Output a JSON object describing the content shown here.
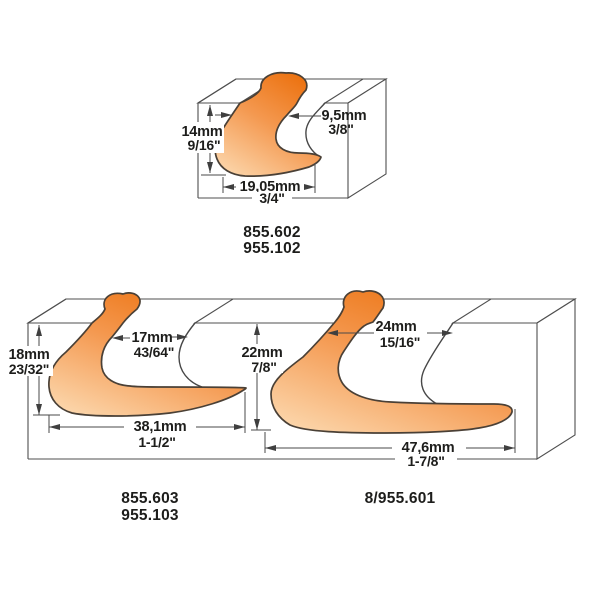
{
  "colors": {
    "accent_orange": "#ec7210",
    "accent_orange_light": "#fcd8ae",
    "outline": "#4f4f4f",
    "text": "#1d1d1b",
    "background": "#ffffff"
  },
  "diagrams": {
    "top": {
      "part_numbers": [
        "855.602",
        "955.102"
      ],
      "height_mm": "14mm",
      "height_in": "9/16\"",
      "opening_mm": "9,5mm",
      "opening_in": "3/8\"",
      "width_mm": "19,05mm",
      "width_in": "3/4\""
    },
    "bottom_left": {
      "part_numbers": [
        "855.603",
        "955.103"
      ],
      "height_mm": "18mm",
      "height_in": "23/32\"",
      "opening_mm": "17mm",
      "opening_in": "43/64\"",
      "width_mm": "38,1mm",
      "width_in": "1-1/2\""
    },
    "bottom_right": {
      "part_numbers": [
        "8/955.601"
      ],
      "height_mm": "22mm",
      "height_in": "7/8\"",
      "opening_mm": "24mm",
      "opening_in": "15/16\"",
      "width_mm": "47,6mm",
      "width_in": "1-7/8\""
    }
  }
}
